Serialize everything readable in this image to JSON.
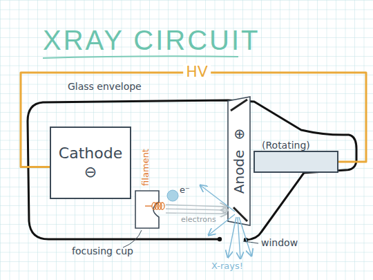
{
  "diagram": {
    "title": "XRAY CIRCUIT",
    "nodes": [
      {
        "text": [
          "Cathode",
          "⊖"
        ]
      },
      {
        "text": [
          "Anode",
          "⊕"
        ]
      },
      {
        "text": [
          "(Rotating)"
        ]
      }
    ],
    "edges": [
      {
        "from": 0,
        "to": 2,
        "label": "HV",
        "arrow": "none"
      }
    ],
    "labels": [
      "Glass envelope",
      "filament",
      "e⁻",
      "electrons",
      "focusing cup",
      "window",
      "X-rays!"
    ]
  }
}
